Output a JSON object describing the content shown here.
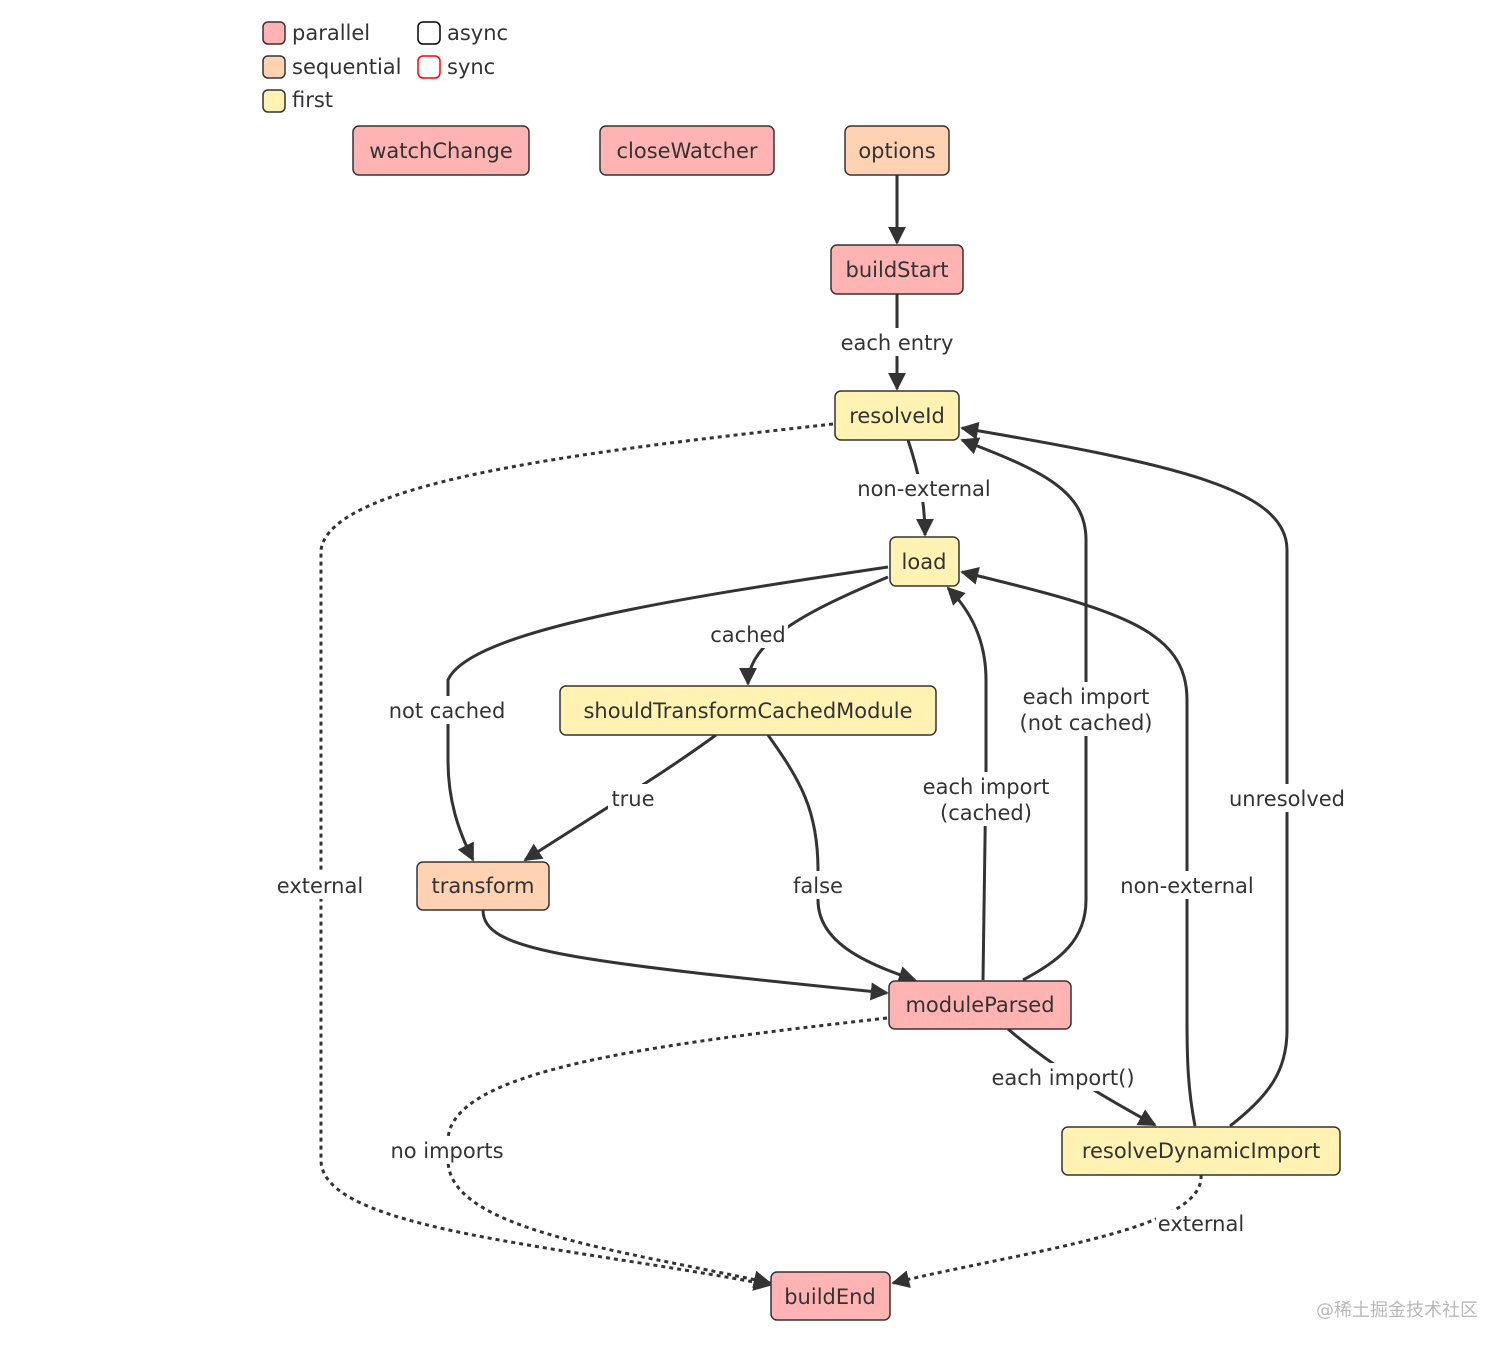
{
  "colors": {
    "parallel": "#ffb3b3",
    "sequential": "#ffd2b3",
    "first": "#fff2b3",
    "async_border": "#000000",
    "sync_border": "#ff0000",
    "line": "#333333"
  },
  "legend": {
    "parallel": "parallel",
    "sequential": "sequential",
    "first": "first",
    "async": "async",
    "sync": "sync"
  },
  "nodes": {
    "watchChange": "watchChange",
    "closeWatcher": "closeWatcher",
    "options": "options",
    "buildStart": "buildStart",
    "resolveId": "resolveId",
    "load": "load",
    "shouldTransformCachedModule": "shouldTransformCachedModule",
    "transform": "transform",
    "moduleParsed": "moduleParsed",
    "resolveDynamicImport": "resolveDynamicImport",
    "buildEnd": "buildEnd"
  },
  "edges": {
    "each_entry": "each entry",
    "non_external_1": "non-external",
    "cached": "cached",
    "not_cached": "not cached",
    "true_label": "true",
    "false_label": "false",
    "external_1": "external",
    "each_import_cached_1": "each import",
    "each_import_cached_2": "(cached)",
    "each_import_not_cached_1": "each import",
    "each_import_not_cached_2": "(not cached)",
    "unresolved": "unresolved",
    "non_external_2": "non-external",
    "each_import_dynamic": "each import()",
    "no_imports": "no imports",
    "external_2": "external"
  },
  "watermark": "@稀土掘金技术社区"
}
